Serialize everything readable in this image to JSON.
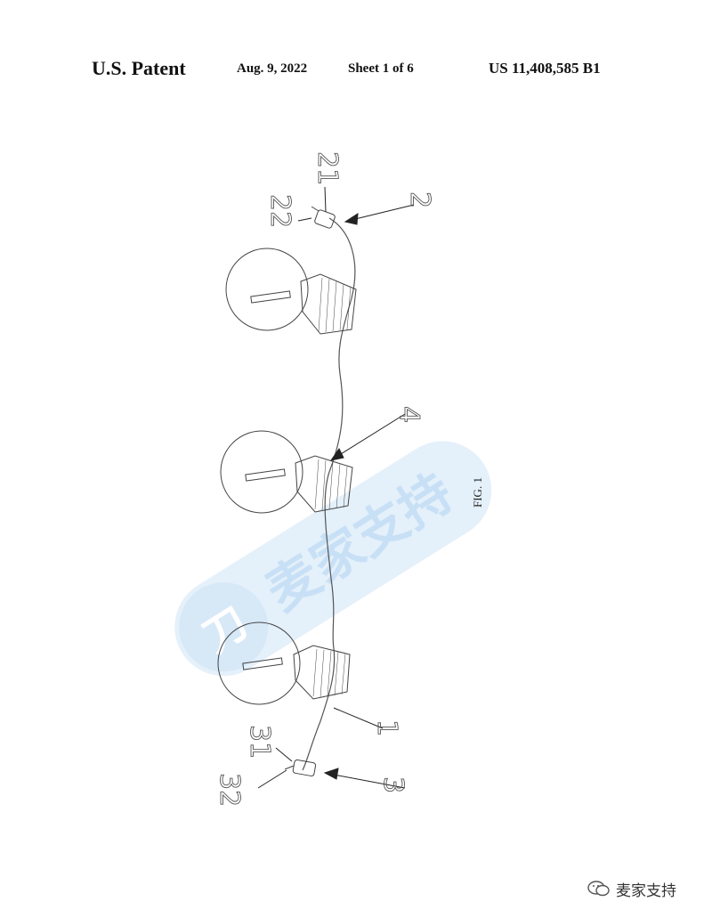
{
  "header": {
    "title": "U.S. Patent",
    "date": "Aug. 9, 2022",
    "sheet": "Sheet 1 of 6",
    "patent_number": "US 11,408,585 B1"
  },
  "figure": {
    "label": "FIG. 1",
    "refs": [
      "21",
      "22",
      "2",
      "4",
      "1",
      "31",
      "32",
      "3"
    ]
  },
  "watermark": {
    "text": "麦家支持",
    "color": "#9cc8ee"
  },
  "footer": {
    "account": "麦家支持"
  }
}
